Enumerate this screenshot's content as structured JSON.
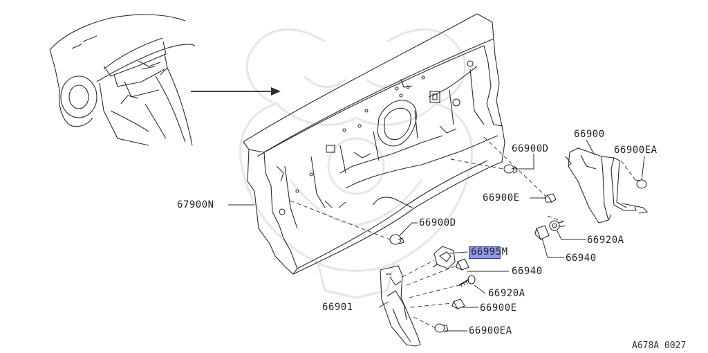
{
  "parts": {
    "p67900N": "67900N",
    "p66900D_top": "66900D",
    "p66900D_mid": "66900D",
    "p66900": "66900",
    "p66900EA_right": "66900EA",
    "p66900E_right": "66900E",
    "p66920A_right": "66920A",
    "p66940_right": "66940",
    "p66995M": "66995M",
    "p66940_left": "66940",
    "p66920A_left": "66920A",
    "p66900E_left": "66900E",
    "p66901": "66901",
    "p66900EA_left": "66900EA"
  },
  "diagram_code": "A678A 0027",
  "colors": {
    "line": "#2a2a2a",
    "highlight": "#8f96ea",
    "watermark": "#e6e6e6"
  }
}
